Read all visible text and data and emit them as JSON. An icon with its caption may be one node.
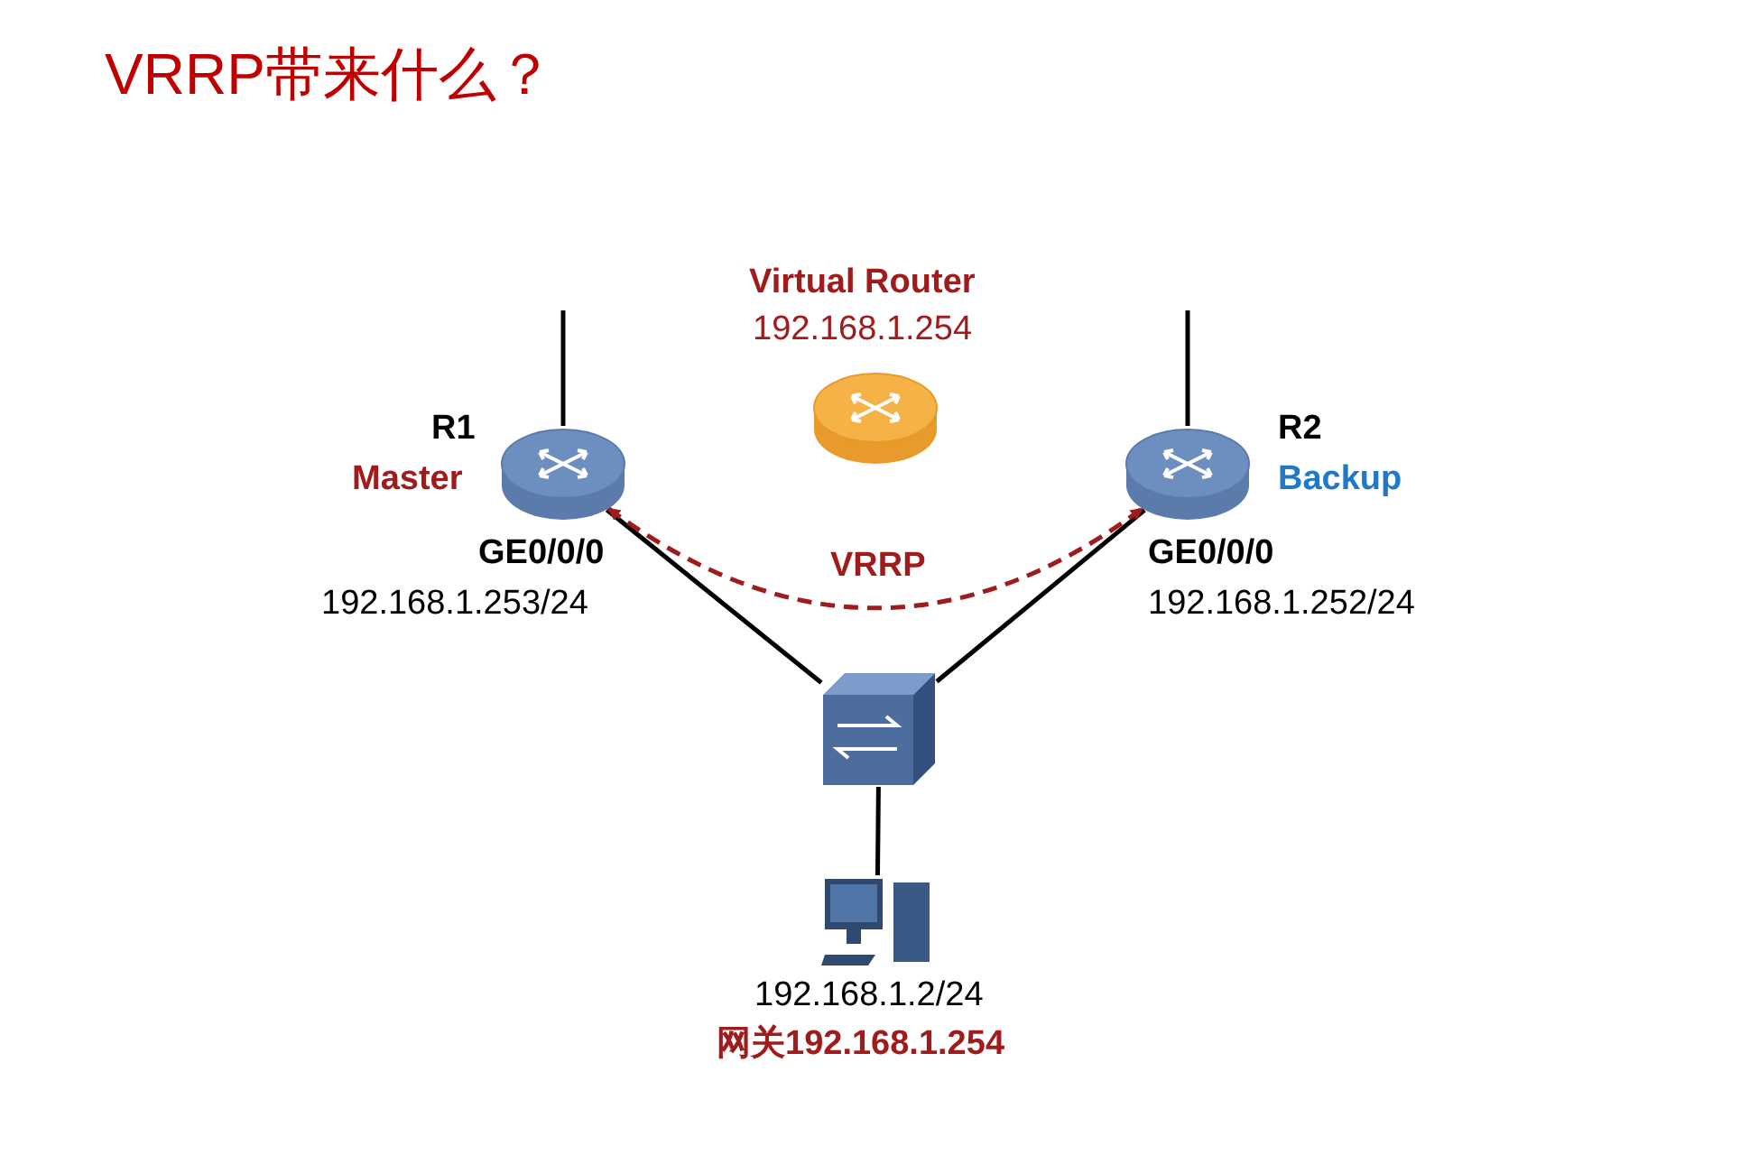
{
  "diagram": {
    "title": "VRRP带来什么？",
    "nodes": [
      {
        "text": [
          "R1",
          "Master"
        ],
        "beside": [
          "GE0/0/0",
          "192.168.1.253/24"
        ]
      },
      {
        "text": [
          "Virtual Router",
          "192.168.1.254"
        ]
      },
      {
        "text": [
          "R2",
          "Backup"
        ],
        "beside": [
          "GE0/0/0",
          "192.168.1.252/24"
        ]
      },
      {
        "text": [],
        "shape": "switch"
      },
      {
        "text": [],
        "shape": "computer",
        "beside": [
          "192.168.1.2/24",
          "网关192.168.1.254"
        ]
      }
    ],
    "edges": [
      {
        "from": null,
        "to": 0,
        "arrow": "none"
      },
      {
        "from": null,
        "to": 2,
        "arrow": "none"
      },
      {
        "from": 0,
        "to": 3,
        "arrow": "none"
      },
      {
        "from": 2,
        "to": 3,
        "arrow": "none"
      },
      {
        "from": 3,
        "to": 4,
        "arrow": "none"
      },
      {
        "from": 0,
        "to": 2,
        "arrow": "both",
        "label": "VRRP",
        "style": "dashed",
        "color": "#a01c1c"
      }
    ]
  }
}
